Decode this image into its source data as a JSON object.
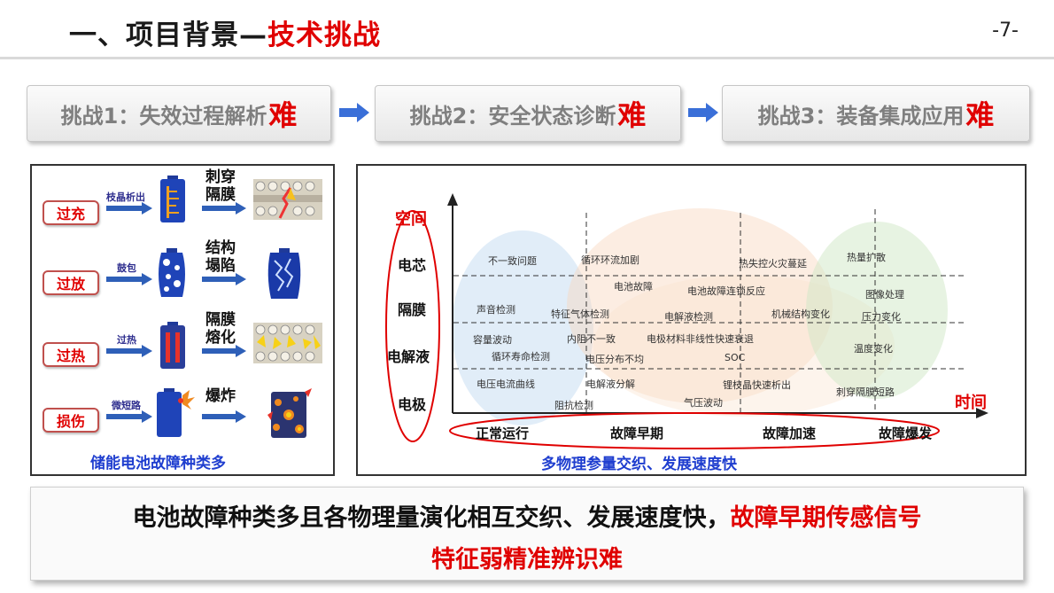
{
  "header": {
    "title_main": "一、项目背景—",
    "title_accent": "技术挑战",
    "page_number": "-7-"
  },
  "challenges": [
    {
      "label": "挑战1：失效过程解析",
      "hard": "难"
    },
    {
      "label": "挑战2：安全状态诊断",
      "hard": "难"
    },
    {
      "label": "挑战3：装备集成应用",
      "hard": "难"
    }
  ],
  "failure_panel": {
    "rows": [
      {
        "type": "过充",
        "cause": "枝晶析出",
        "result": [
          "刺穿",
          "隔膜"
        ]
      },
      {
        "type": "过放",
        "cause": "鼓包",
        "result": [
          "结构",
          "塌陷"
        ]
      },
      {
        "type": "过热",
        "cause": "过热",
        "result": [
          "隔膜",
          "熔化"
        ]
      },
      {
        "type": "损伤",
        "cause": "微短路",
        "result": [
          "爆炸"
        ]
      }
    ],
    "caption": "储能电池故障种类多"
  },
  "chart_panel": {
    "y_axis_title": "空间",
    "x_axis_title": "时间",
    "y_levels": [
      "电芯",
      "隔膜",
      "电解液",
      "电极"
    ],
    "stages": [
      "正常运行",
      "故障早期",
      "故障加速",
      "故障爆发"
    ],
    "labels": [
      "不一致问题",
      "循环环流加剧",
      "热失控火灾蔓延",
      "热量扩散",
      "电池故障",
      "电池故障连锁反应",
      "图像处理",
      "声音检测",
      "特征气体检测",
      "电解液检测",
      "机械结构变化",
      "压力变化",
      "容量波动",
      "内阻不一致",
      "电极材料非线性快速衰退",
      "循环寿命检测",
      "电压分布不均",
      "SOC",
      "温度变化",
      "电压电流曲线",
      "电解液分解",
      "锂枝晶快速析出",
      "刺穿隔膜短路",
      "阻抗检测",
      "气压波动"
    ],
    "caption": "多物理参量交织、发展速度快"
  },
  "conclusion": {
    "line1_black": "电池故障种类多且各物理量演化相互交织、发展速度快，",
    "line1_red": "故障早期传感信号",
    "line2_red": "特征弱精准辨识难"
  },
  "colors": {
    "accent_red": "#e00000",
    "caption_blue": "#1f3ecf",
    "arrow_blue": "#3a6fd8"
  }
}
